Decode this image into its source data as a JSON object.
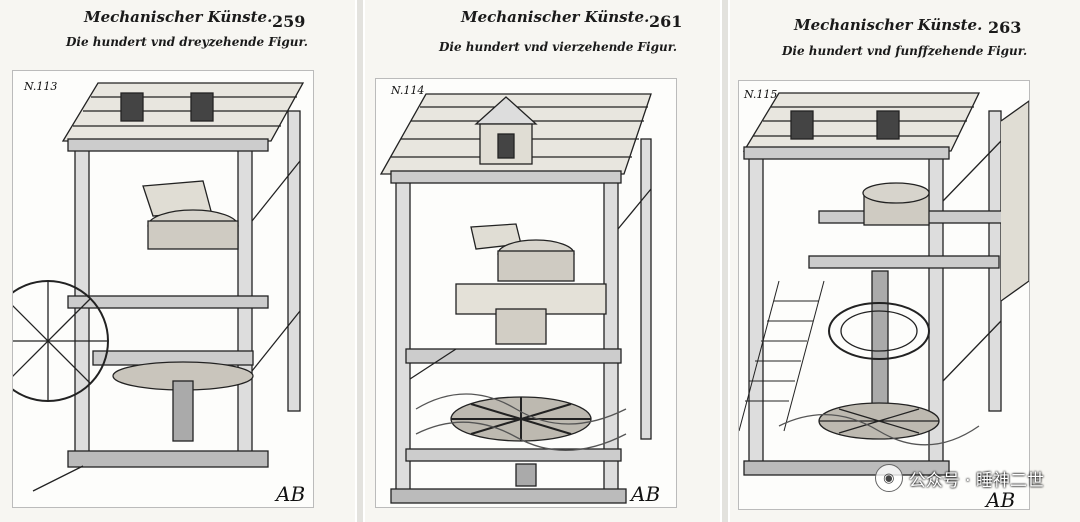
{
  "pages": [
    {
      "header": "Mechanischer Künste.",
      "page_number": "259",
      "subtitle": "Die hundert vnd dreyzehende Figur.",
      "figure_label": "N.113",
      "monogram": "AB"
    },
    {
      "header": "Mechanischer Künste.",
      "page_number": "261",
      "subtitle": "Die hundert vnd vierzehende Figur.",
      "figure_label": "N.114",
      "monogram": "AB"
    },
    {
      "header": "Mechanischer Künste.",
      "page_number": "263",
      "subtitle": "Die hundert vnd funffzehende Figur.",
      "figure_label": "N.115",
      "monogram": "AB"
    }
  ],
  "watermark": {
    "text": "公众号 · 睡神二世",
    "icon": "wechat-icon"
  }
}
